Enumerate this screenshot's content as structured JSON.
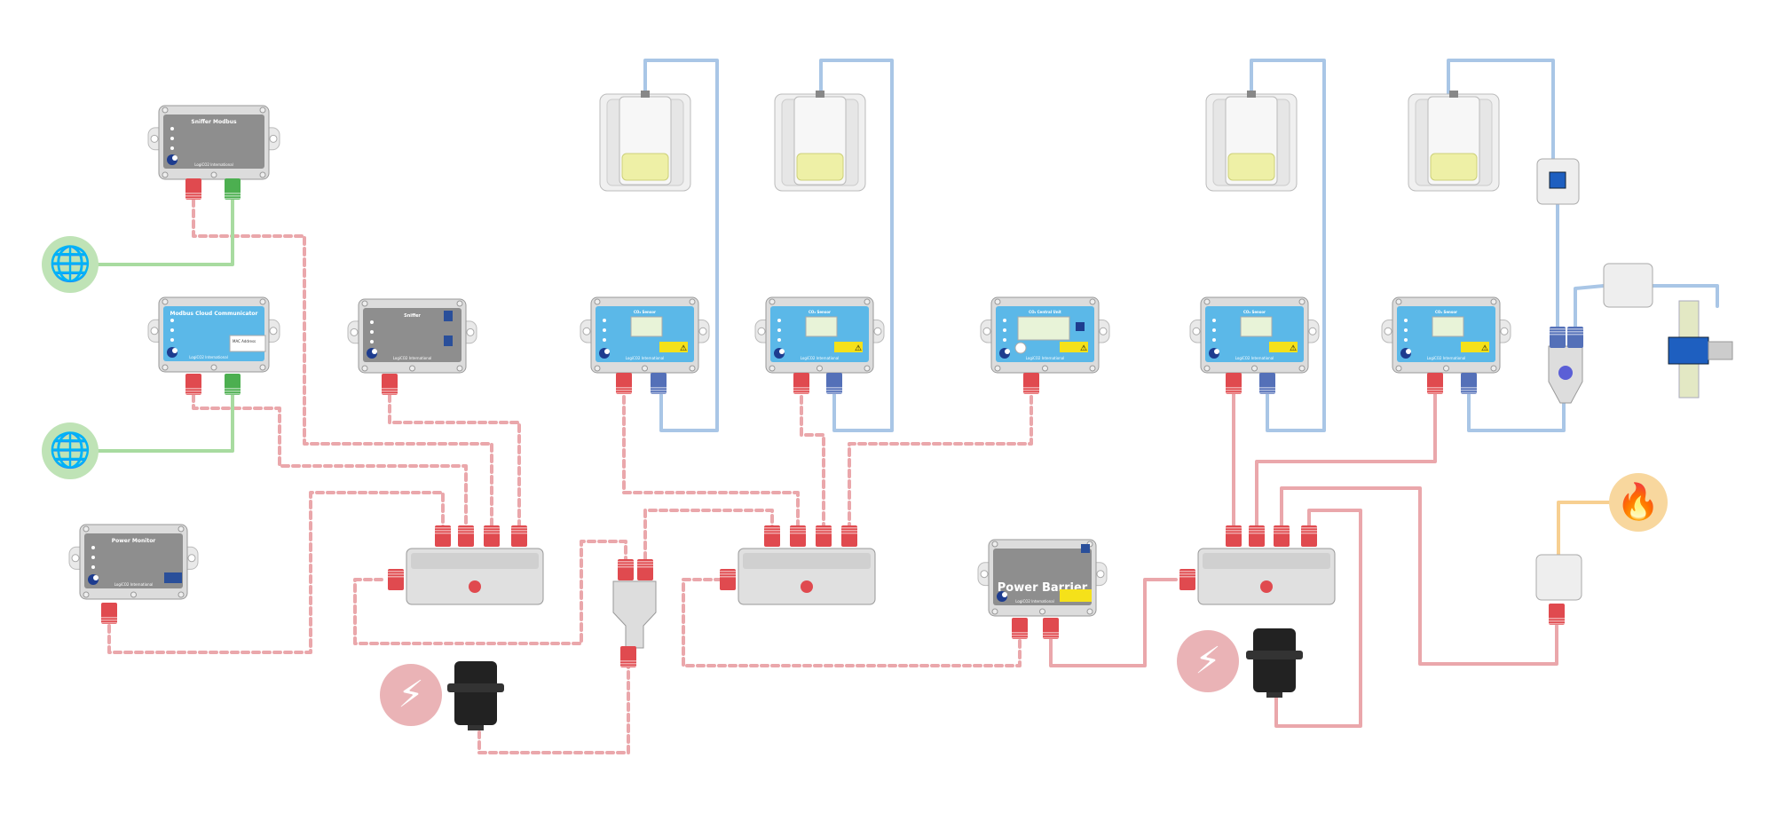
{
  "devices": {
    "sniffer_modbus": {
      "title": "Sniffer Modbus",
      "footer": "LogiCO2 International"
    },
    "modbus_cloud_communicator": {
      "title": "Modbus Cloud Communicator",
      "mac_label": "MAC Address",
      "footer": "LogiCO2 International"
    },
    "power_monitor": {
      "title": "Power Monitor",
      "footer": "LogiCO2 International"
    },
    "sniffer": {
      "title": "Sniffer",
      "footer": "LogiCO2 International"
    },
    "co2_sensor": {
      "title": "CO₂ Sensor",
      "footer": "LogiCO2 International"
    },
    "co2_central_unit": {
      "title": "CO₂ Central Unit",
      "footer": "LogiCO2 International"
    },
    "power_barrier": {
      "title": "Power Barrier",
      "footer": "LogiCO2 International"
    }
  },
  "icons": [
    "globe-icon",
    "lightning-icon",
    "flame-icon"
  ],
  "colors": {
    "data_cable": "#eaa7ab",
    "gas_tube": "#a9c6e6",
    "internet_cable": "#a8dba0",
    "fire_cable": "#f7cf91",
    "connector_red": "#e04a4f",
    "connector_green": "#4caf50",
    "connector_blue": "#5470b8",
    "panel_gray": "#8e8e8e",
    "panel_blue": "#5bb8e8"
  }
}
